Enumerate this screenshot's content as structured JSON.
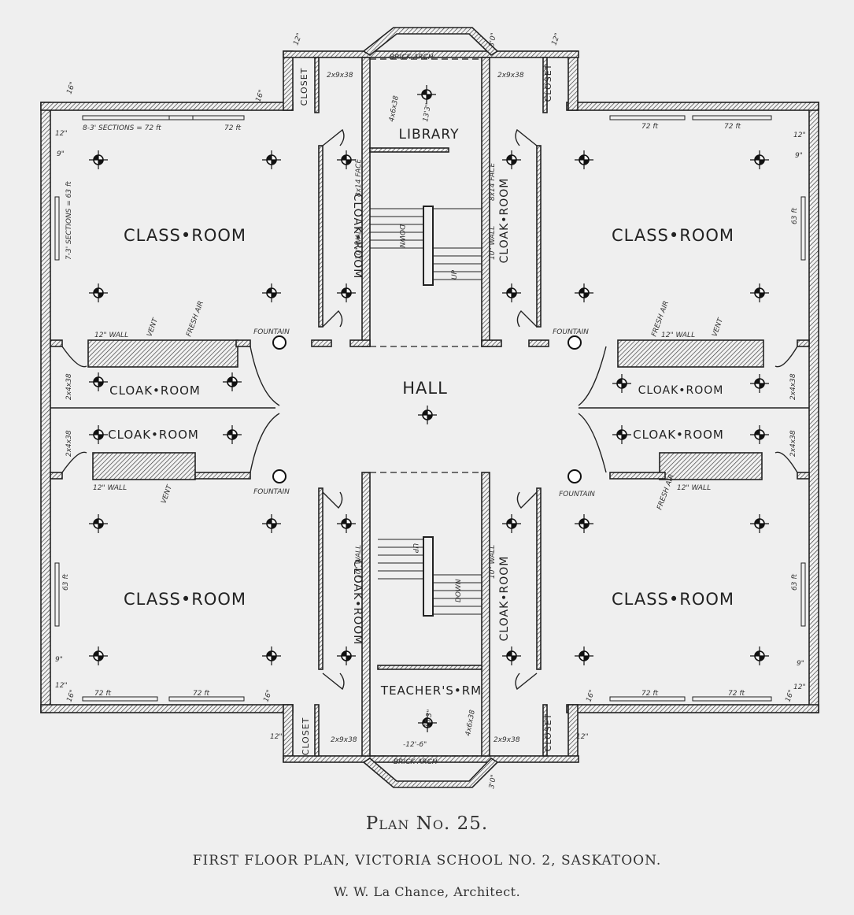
{
  "rooms": {
    "classroom": "CLASS•ROOM",
    "cloakroom": "CLOAK•ROOM",
    "library": "LIBRARY",
    "hall": "HALL",
    "teachers": "TEACHER'S•RM",
    "closet": "CLOSET",
    "fountain": "FOUNTAIN"
  },
  "annotations": {
    "sections_top": "8-3' SECTIONS = 72 ft",
    "sections_side": "7-3' SECTIONS = 63 ft",
    "area_72": "72 ft",
    "area_63": "63 ft",
    "wall_12": "12\" WALL",
    "wall_10": "10\" WALL",
    "vent": "VENT",
    "fresh_air": "FRESH AIR",
    "dim_16": "16\"",
    "dim_12": "12\"",
    "dim_9": "9\"",
    "brick_arch": "BRICK ARCH",
    "library_depth": "13'3\"",
    "teachers_depth": "13'3\"",
    "teachers_width": "-12'-6\"",
    "bay_depth": "3'0\"",
    "board_2x9": "2x9x38",
    "board_4x6": "4x6x38",
    "down": "DOWN",
    "up": "UP",
    "grille": "8x14 FACE",
    "board_2x4": "2x4x38"
  },
  "caption": {
    "title": "Plan No. 25.",
    "subtitle": "FIRST FLOOR PLAN, VICTORIA SCHOOL NO. 2, SASKATOON.",
    "architect": "W. W. La Chance, Architect."
  }
}
